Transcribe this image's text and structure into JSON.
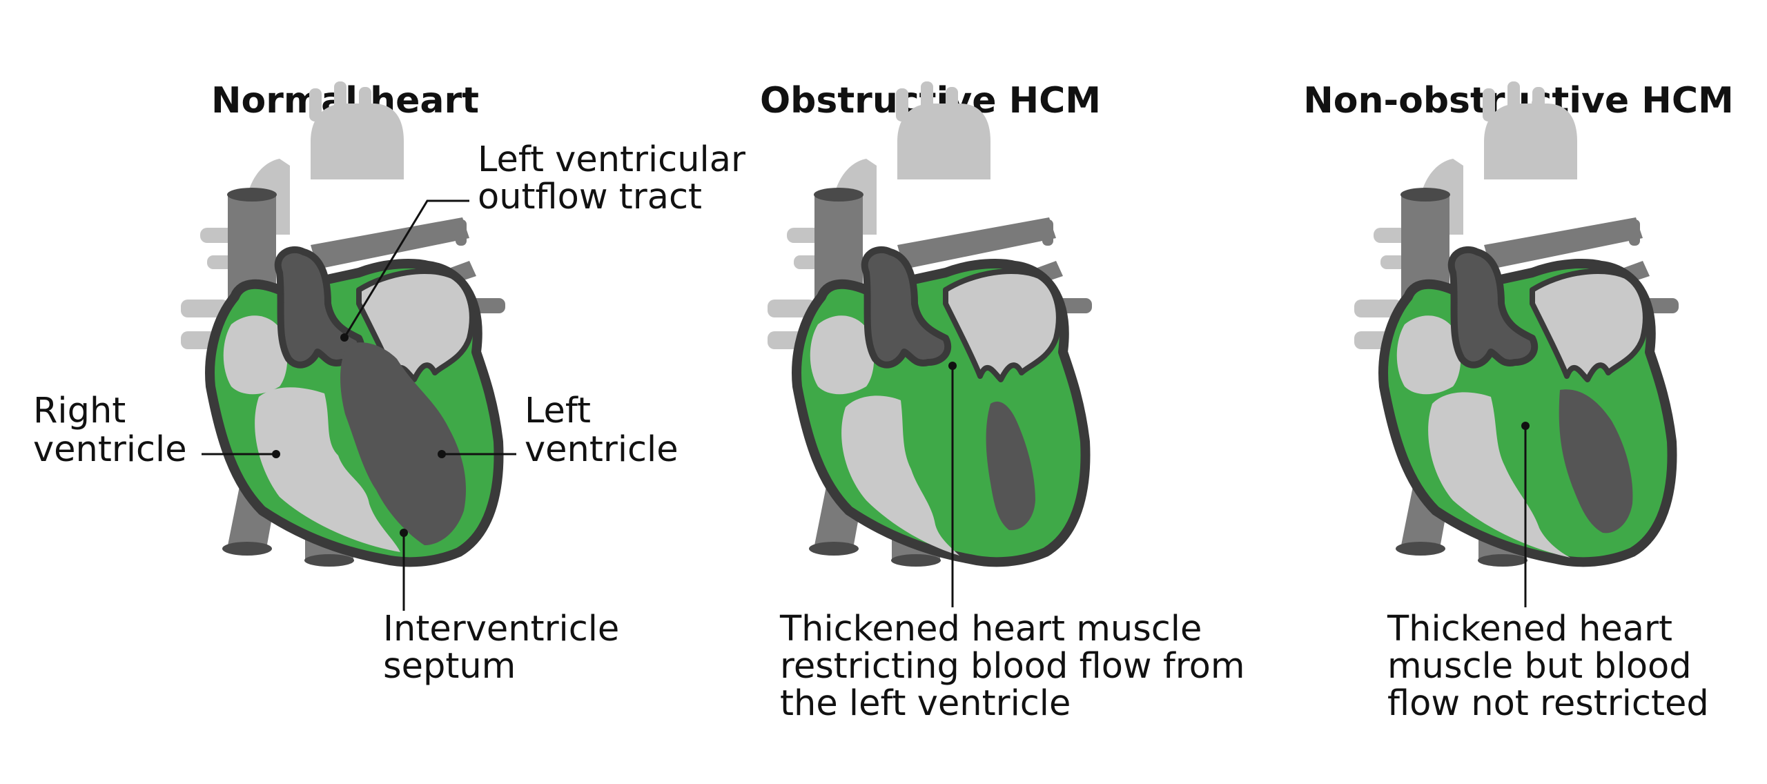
{
  "colors": {
    "muscle_green": "#3fa948",
    "outline": "#3a3a3a",
    "vessel_light": "#c4c4c4",
    "vessel_mid": "#7a7a7a",
    "chamber_dark": "#555555",
    "chamber_light": "#c9c9c9",
    "text": "#111111"
  },
  "panels": [
    {
      "title": "Normal heart",
      "labels": {
        "lvot": [
          "Left ventricular",
          "outflow tract"
        ],
        "right_ventricle": [
          "Right",
          "ventricle"
        ],
        "left_ventricle": [
          "Left",
          "ventricle"
        ],
        "septum": [
          "Interventricle",
          "septum"
        ]
      }
    },
    {
      "title": "Obstructive HCM",
      "labels": {
        "caption": [
          "Thickened heart muscle",
          "restricting blood flow from",
          "the left ventricle"
        ]
      }
    },
    {
      "title": "Non-obstructive HCM",
      "labels": {
        "caption": [
          "Thickened heart",
          "muscle but blood",
          "flow not restricted"
        ]
      }
    }
  ]
}
